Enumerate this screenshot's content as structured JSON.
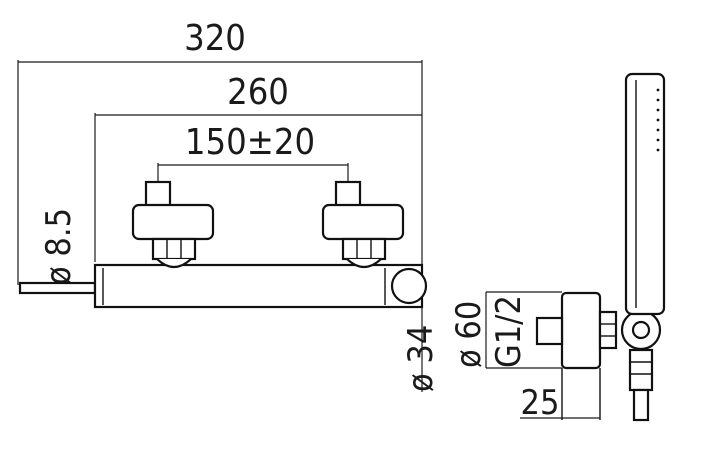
{
  "drawing": {
    "type": "technical-dimension-drawing",
    "units": "mm",
    "dimensions": {
      "overall_width": "320",
      "body_width": "260",
      "inlet_spacing": "150±20",
      "pin_diameter": "ø 8.5",
      "body_diameter": "ø 34",
      "flange_diameter": "ø 60",
      "thread": "G1/2",
      "depth": "25"
    },
    "colors": {
      "ink": "#111111",
      "background": "#ffffff"
    }
  }
}
